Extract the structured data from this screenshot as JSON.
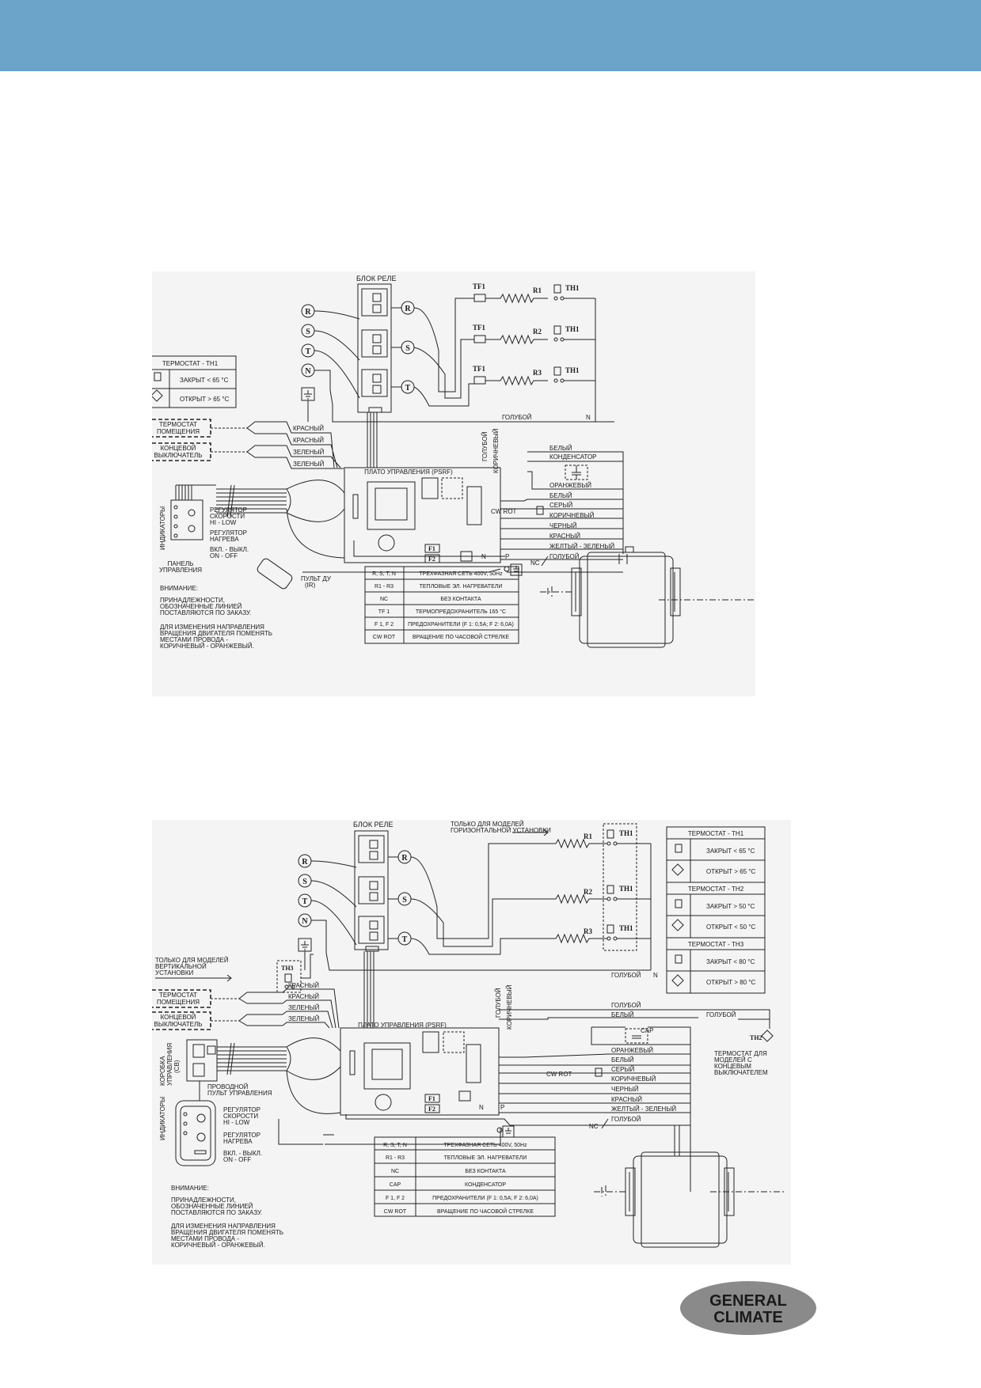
{
  "colors": {
    "header": "#6ba3c9",
    "diagram_bg": "#f4f4f4",
    "logo": "#8a8a8a"
  },
  "logo": {
    "line1": "GENERAL",
    "line2": "CLIMATE"
  },
  "d1": {
    "relay_title": "БЛОК РЕЛЕ",
    "phases": [
      "R",
      "S",
      "T",
      "N"
    ],
    "heaters": [
      {
        "tf": "TF1",
        "r": "R1",
        "th": "TH1"
      },
      {
        "tf": "TF1",
        "r": "R2",
        "th": "TH1"
      },
      {
        "tf": "TF1",
        "r": "R3",
        "th": "TH1"
      }
    ],
    "thermo_table": {
      "title": "ТЕРМОСТАТ - TH1",
      "closed": "ЗАКРЫТ < 65 °C",
      "open": "ОТКРЫТ > 65 °C"
    },
    "room_thermostat": [
      "ТЕРМОСТАТ",
      "ПОМЕЩЕНИЯ"
    ],
    "limit_switch": [
      "КОНЦЕВОЙ",
      "ВЫКЛЮЧАТЕЛЬ"
    ],
    "wires_left": [
      "КРАСНЫЙ",
      "КРАСНЫЙ",
      "ЗЕЛЕНЫЙ",
      "ЗЕЛЕНЫЙ"
    ],
    "board": "ПЛАТО УПРАВЛЕНИЯ (PSRF)",
    "vert_blue": "ГОЛУБОЙ",
    "vert_brown": "КОРИЧНЕВЫЙ",
    "blue_line": "ГОЛУБОЙ",
    "n_label": "N",
    "motor_wires": [
      "БЕЛЫЙ",
      "КОНДЕНСАТОР",
      "ОРАНЖЕВЫЙ",
      "БЕЛЫЙ",
      "СЕРЫЙ",
      "КОРИЧНЕВЫЙ",
      "ЧЕРНЫЙ",
      "КРАСНЫЙ",
      "ЖЕЛТЫЙ - ЗЕЛЕНЫЙ",
      "ГОЛУБОЙ"
    ],
    "cw_rot": "CW ROT",
    "nc": "NC",
    "fuses": [
      "F1",
      "F2"
    ],
    "np": [
      "N",
      "P"
    ],
    "indicators": "ИНДИКАТОРЫ",
    "speed": [
      "РЕГУЛЯТОР",
      "СКОРОСТИ",
      "HI - LOW"
    ],
    "heat": [
      "РЕГУЛЯТОР",
      "НАГРЕВА"
    ],
    "onoff": [
      "ВКЛ. - ВЫКЛ.",
      "ON - OFF"
    ],
    "panel": [
      "ПАНЕЛЬ",
      "УПРАВЛЕНИЯ"
    ],
    "remote": [
      "ПУЛЬТ ДУ",
      "(IR)"
    ],
    "notes": [
      "ВНИМАНИЕ:",
      "ПРИНАДЛЕЖНОСТИ,",
      "ОБОЗНАЧЕННЫЕ ЛИНИЕЙ",
      "ПОСТАВЛЯЮТСЯ ПО ЗАКАЗУ.",
      "ДЛЯ ИЗМЕНЕНИЯ НАПРАВЛЕНИЯ",
      "ВРАЩЕНИЯ ДВИГАТЕЛЯ ПОМЕНЯТЬ",
      "МЕСТАМИ ПРОВОДА -",
      "КОРИЧНЕВЫЙ - ОРАНЖЕВЫЙ."
    ],
    "legend": [
      [
        "R, S, T, N",
        "ТРЕХФАЗНАЯ СЕТЬ 400V, 50Hz"
      ],
      [
        "R1 - R3",
        "ТЕПЛОВЫЕ ЭЛ. НАГРЕВАТЕЛИ"
      ],
      [
        "NC",
        "БЕЗ КОНТАКТА"
      ],
      [
        "TF 1",
        "ТЕРМОПРЕДОХРАНИТЕЛЬ 165 °C"
      ],
      [
        "F 1, F 2",
        "ПРЕДОХРАНИТЕЛИ (F 1: 0,5A; F 2: 6,0A)"
      ],
      [
        "CW ROT",
        "ВРАЩЕНИЕ ПО ЧАСОВОЙ СТРЕЛКЕ"
      ]
    ]
  },
  "d2": {
    "relay_title": "БЛОК РЕЛЕ",
    "phases": [
      "R",
      "S",
      "T",
      "N"
    ],
    "horiz_note": [
      "ТОЛЬКО ДЛЯ МОДЕЛЕЙ",
      "ГОРИЗОНТАЛЬНОЙ УСТАНОВКИ"
    ],
    "vert_note": [
      "ТОЛЬКО ДЛЯ МОДЕЛЕЙ",
      "ВЕРТИКАЛЬНОЙ",
      "УСТАНОВКИ"
    ],
    "heaters": [
      {
        "r": "R1",
        "th": "TH1"
      },
      {
        "r": "R2",
        "th": "TH1"
      },
      {
        "r": "R3",
        "th": "TH1"
      }
    ],
    "th3": "TH3",
    "th2": "TH2",
    "thermo_tables": [
      {
        "title": "ТЕРМОСТАТ - TH1",
        "closed": "ЗАКРЫТ < 65 °C",
        "open": "ОТКРЫТ > 65 °C"
      },
      {
        "title": "ТЕРМОСТАТ - TH2",
        "closed": "ЗАКРЫТ > 50 °C",
        "open": "ОТКРЫТ < 50 °C"
      },
      {
        "title": "ТЕРМОСТАТ - TH3",
        "closed": "ЗАКРЫТ < 80 °C",
        "open": "ОТКРЫТ > 80 °C"
      }
    ],
    "room_thermostat": [
      "ТЕРМОСТАТ",
      "ПОМЕЩЕНИЯ"
    ],
    "limit_switch": [
      "КОНЦЕВОЙ",
      "ВЫКЛЮЧАТЕЛЬ"
    ],
    "wires_left": [
      "КРАСНЫЙ",
      "КРАСНЫЙ",
      "ЗЕЛЕНЫЙ",
      "ЗЕЛЕНЫЙ"
    ],
    "board": "ПЛАТО УПРАВЛЕНИЯ (PSRF)",
    "vert_blue": "ГОЛУБОЙ",
    "vert_brown": "КОРИЧНЕВЫЙ",
    "blue_line": "ГОЛУБОЙ",
    "n_label": "N",
    "top_wires": [
      "ГОЛУБОЙ",
      "БЕЛЫЙ",
      "ГОЛУБОЙ"
    ],
    "cap": "CAP",
    "motor_wires": [
      "ОРАНЖЕВЫЙ",
      "БЕЛЫЙ",
      "СЕРЫЙ",
      "КОРИЧНЕВЫЙ",
      "ЧЕРНЫЙ",
      "КРАСНЫЙ",
      "ЖЕЛТЫЙ - ЗЕЛЕНЫЙ",
      "ГОЛУБОЙ"
    ],
    "th2_note": [
      "ТЕРМОСТАТ ДЛЯ",
      "МОДЕЛЕЙ С",
      "КОНЦЕВЫМ",
      "ВЫКЛЮЧАТЕЛЕМ"
    ],
    "cw_rot": "CW ROT",
    "nc": "NC",
    "fuses": [
      "F1",
      "F2"
    ],
    "np": [
      "N",
      "P"
    ],
    "box": [
      "КОРОБКА",
      "УПРАВЛЕНИЯ",
      "(CB)"
    ],
    "wired_remote": [
      "ПРОВОДНОЙ",
      "ПУЛЬТ УПРАВЛЕНИЯ"
    ],
    "indicators": "ИНДИКАТОРЫ",
    "speed": [
      "РЕГУЛЯТОР",
      "СКОРОСТИ",
      "HI - LOW"
    ],
    "heat": [
      "РЕГУЛЯТОР",
      "НАГРЕВА"
    ],
    "onoff": [
      "ВКЛ. - ВЫКЛ.",
      "ON - OFF"
    ],
    "notes": [
      "ВНИМАНИЕ:",
      "ПРИНАДЛЕЖНОСТИ,",
      "ОБОЗНАЧЕННЫЕ ЛИНИЕЙ",
      "ПОСТАВЛЯЮТСЯ ПО ЗАКАЗУ.",
      "ДЛЯ ИЗМЕНЕНИЯ НАПРАВЛЕНИЯ",
      "ВРАЩЕНИЯ ДВИГАТЕЛЯ ПОМЕНЯТЬ",
      "МЕСТАМИ ПРОВОДА -",
      "КОРИЧНЕВЫЙ - ОРАНЖЕВЫЙ."
    ],
    "legend": [
      [
        "R, S, T, N",
        "ТРЕХФАЗНАЯ СЕТЬ 400V, 50Hz"
      ],
      [
        "R1 - R3",
        "ТЕПЛОВЫЕ ЭЛ. НАГРЕВАТЕЛИ"
      ],
      [
        "NC",
        "БЕЗ КОНТАКТА"
      ],
      [
        "CAP",
        "КОНДЕНСАТОР"
      ],
      [
        "F 1, F 2",
        "ПРЕДОХРАНИТЕЛИ (F 1: 0,5A; F 2: 6,0A)"
      ],
      [
        "CW ROT",
        "ВРАЩЕНИЕ ПО ЧАСОВОЙ СТРЕЛКЕ"
      ]
    ]
  }
}
